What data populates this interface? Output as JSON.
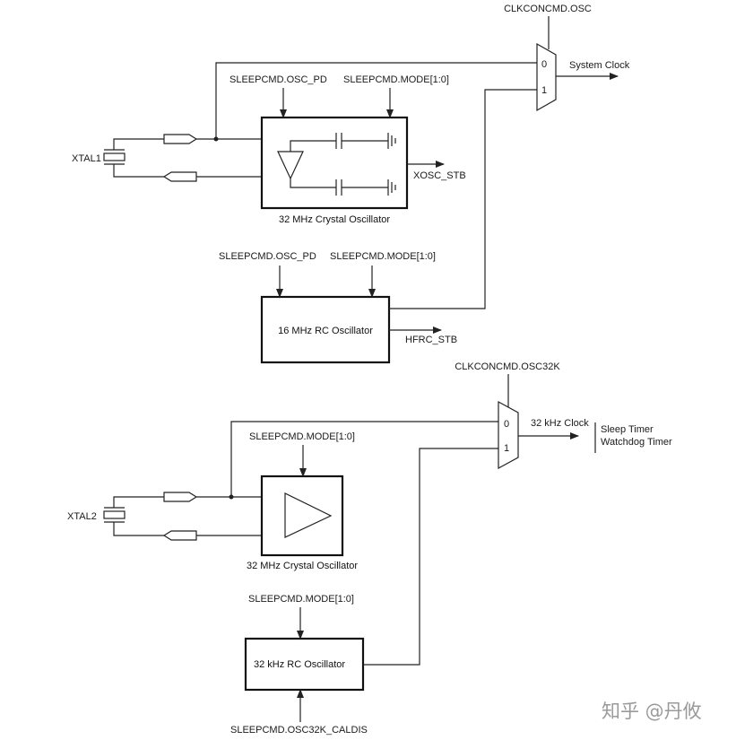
{
  "colors": {
    "line": "#222222",
    "text": "#1a1a1a",
    "watermark": "#9a9a9a"
  },
  "top": {
    "mux_select": "CLKCONCMD.OSC",
    "mux_in0": "0",
    "mux_in1": "1",
    "mux_output": "System Clock",
    "xtal": "XTAL1",
    "crystal": {
      "ctrl_pd": "SLEEPCMD.OSC_PD",
      "ctrl_mode": "SLEEPCMD.MODE[1:0]",
      "status": "XOSC_STB",
      "title": "32 MHz Crystal Oscillator"
    },
    "rc": {
      "ctrl_pd": "SLEEPCMD.OSC_PD",
      "ctrl_mode": "SLEEPCMD.MODE[1:0]",
      "title": "16 MHz RC Oscillator",
      "status": "HFRC_STB"
    }
  },
  "bottom": {
    "mux_select": "CLKCONCMD.OSC32K",
    "mux_in0": "0",
    "mux_in1": "1",
    "mux_output": "32 kHz Clock",
    "targets": [
      "Sleep Timer",
      "Watchdog Timer"
    ],
    "xtal": "XTAL2",
    "crystal": {
      "ctrl_mode": "SLEEPCMD.MODE[1:0]",
      "title": "32 MHz Crystal Oscillator"
    },
    "rc": {
      "ctrl_mode": "SLEEPCMD.MODE[1:0]",
      "title": "32 kHz RC Oscillator",
      "ctrl_caldis": "SLEEPCMD.OSC32K_CALDIS"
    }
  },
  "watermark": "知乎 @丹攸"
}
